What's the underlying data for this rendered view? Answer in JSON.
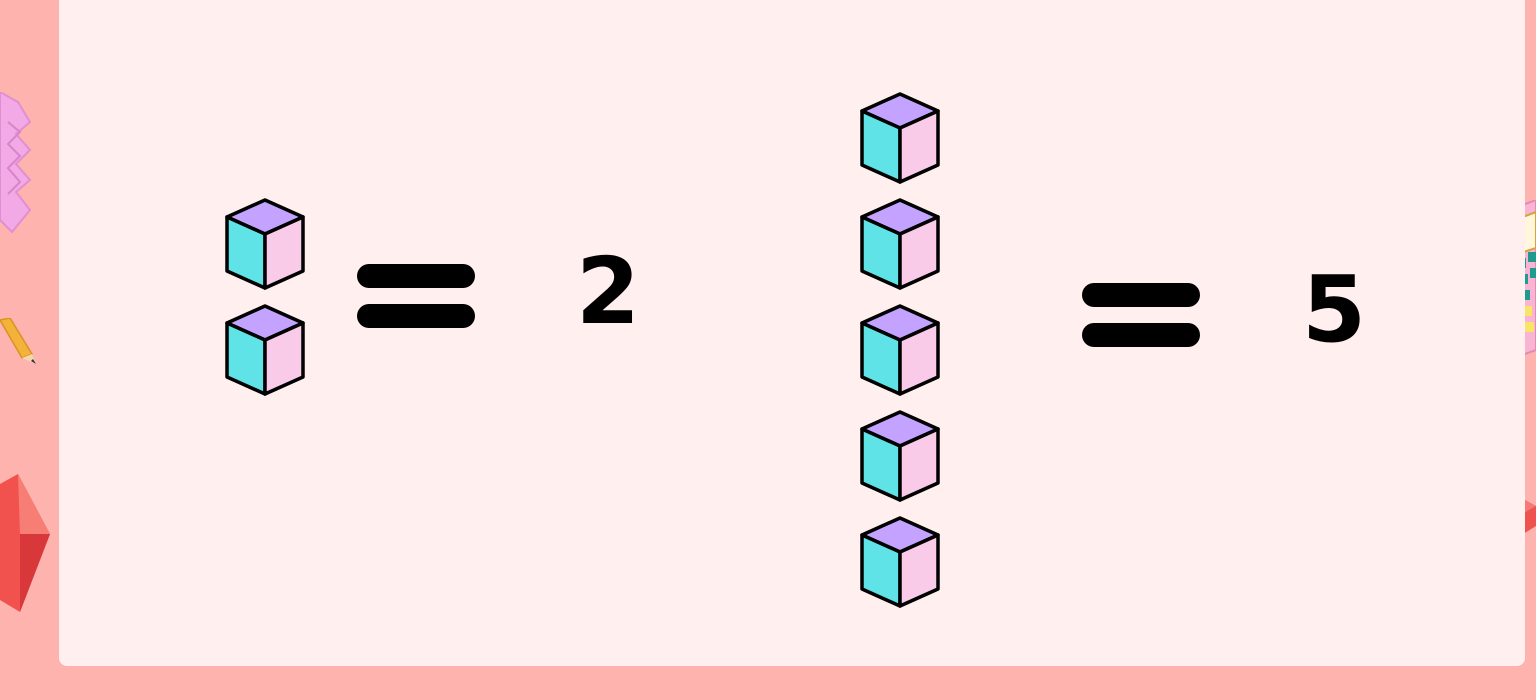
{
  "colors": {
    "background": "#ffb3ae",
    "card": "#ffefee",
    "cube_top": "#c3a3ff",
    "cube_left": "#5fe3e6",
    "cube_right": "#f9cbe8",
    "outline": "#000000"
  },
  "equations": [
    {
      "cube_count": 2,
      "result": "2"
    },
    {
      "cube_count": 5,
      "result": "5"
    }
  ],
  "icons": [
    "cube-icon",
    "equals-sign-icon",
    "pencil-icon",
    "calculator-icon",
    "gem-icon",
    "red-block-icon",
    "zigzag-ruler-icon"
  ]
}
